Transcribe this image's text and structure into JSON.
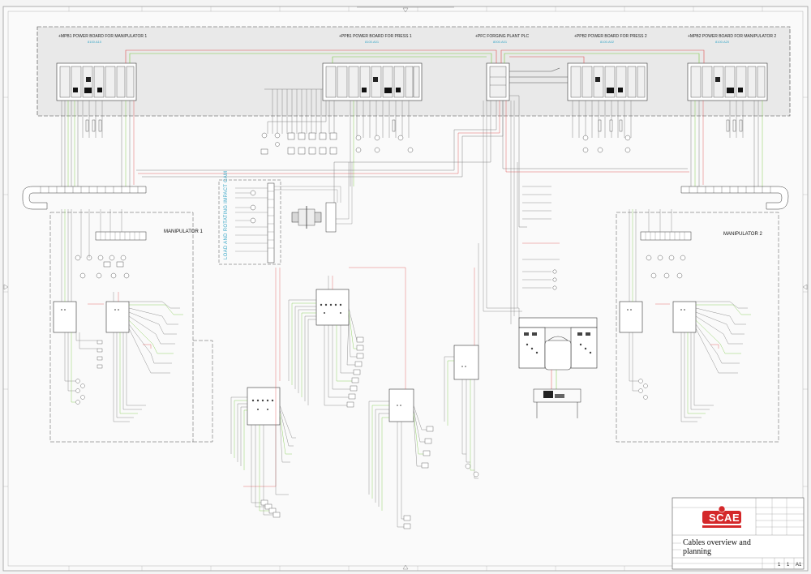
{
  "boards": [
    {
      "name": "+MPB1 POWER BOARD FOR MANIPULATOR 1",
      "code": "8100.A10"
    },
    {
      "name": "+PPB1 POWER BOARD FOR PRESS 1",
      "code": "8100.A01"
    },
    {
      "name": "+PFC FORGING PLANT PLC",
      "code": "8000.A01"
    },
    {
      "name": "+PPB2 POWER BOARD FOR PRESS 2",
      "code": "8100.A02"
    },
    {
      "name": "+MPB2 POWER BOARD FOR MANIPULATOR 2",
      "code": "8100.A20"
    }
  ],
  "areas": {
    "manipulator1": "MANIPULATOR 1",
    "manipulator2": "MANIPULATOR 2",
    "load_cell": "LOAD AND ROTATING IMPACT CAM"
  },
  "title_block": {
    "title_line1": "Cables overview and",
    "title_line2": "planning",
    "sheet": "1",
    "sheets": "1",
    "size": "A1"
  },
  "logo": {
    "text": "SCAE"
  },
  "colors": {
    "cable_green": "#7ac943",
    "cable_red": "#e05050",
    "line_gray": "#6e6e6e",
    "label_blue": "#3aa7c7",
    "logo_red": "#d4282a"
  }
}
